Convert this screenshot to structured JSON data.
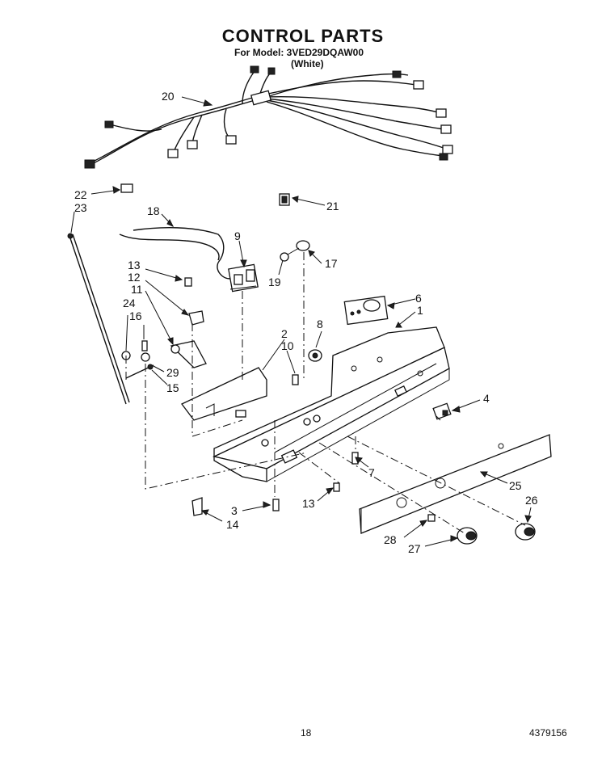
{
  "header": {
    "title": "CONTROL PARTS",
    "model_line": "For Model: 3VED29DQAW00",
    "color_line": "(White)"
  },
  "footer": {
    "page_number": "18",
    "doc_code": "4379156"
  },
  "callouts": {
    "c1": "1",
    "c2": "2",
    "c3": "3",
    "c4": "4",
    "c6": "6",
    "c7": "7",
    "c8": "8",
    "c9": "9",
    "c10": "10",
    "c11": "11",
    "c12": "12",
    "c13a": "13",
    "c13b": "13",
    "c14": "14",
    "c15": "15",
    "c16": "16",
    "c17": "17",
    "c18": "18",
    "c19": "19",
    "c20": "20",
    "c21": "21",
    "c22": "22",
    "c23": "23",
    "c24": "24",
    "c25": "25",
    "c26": "26",
    "c27": "27",
    "c28": "28",
    "c29": "29"
  }
}
